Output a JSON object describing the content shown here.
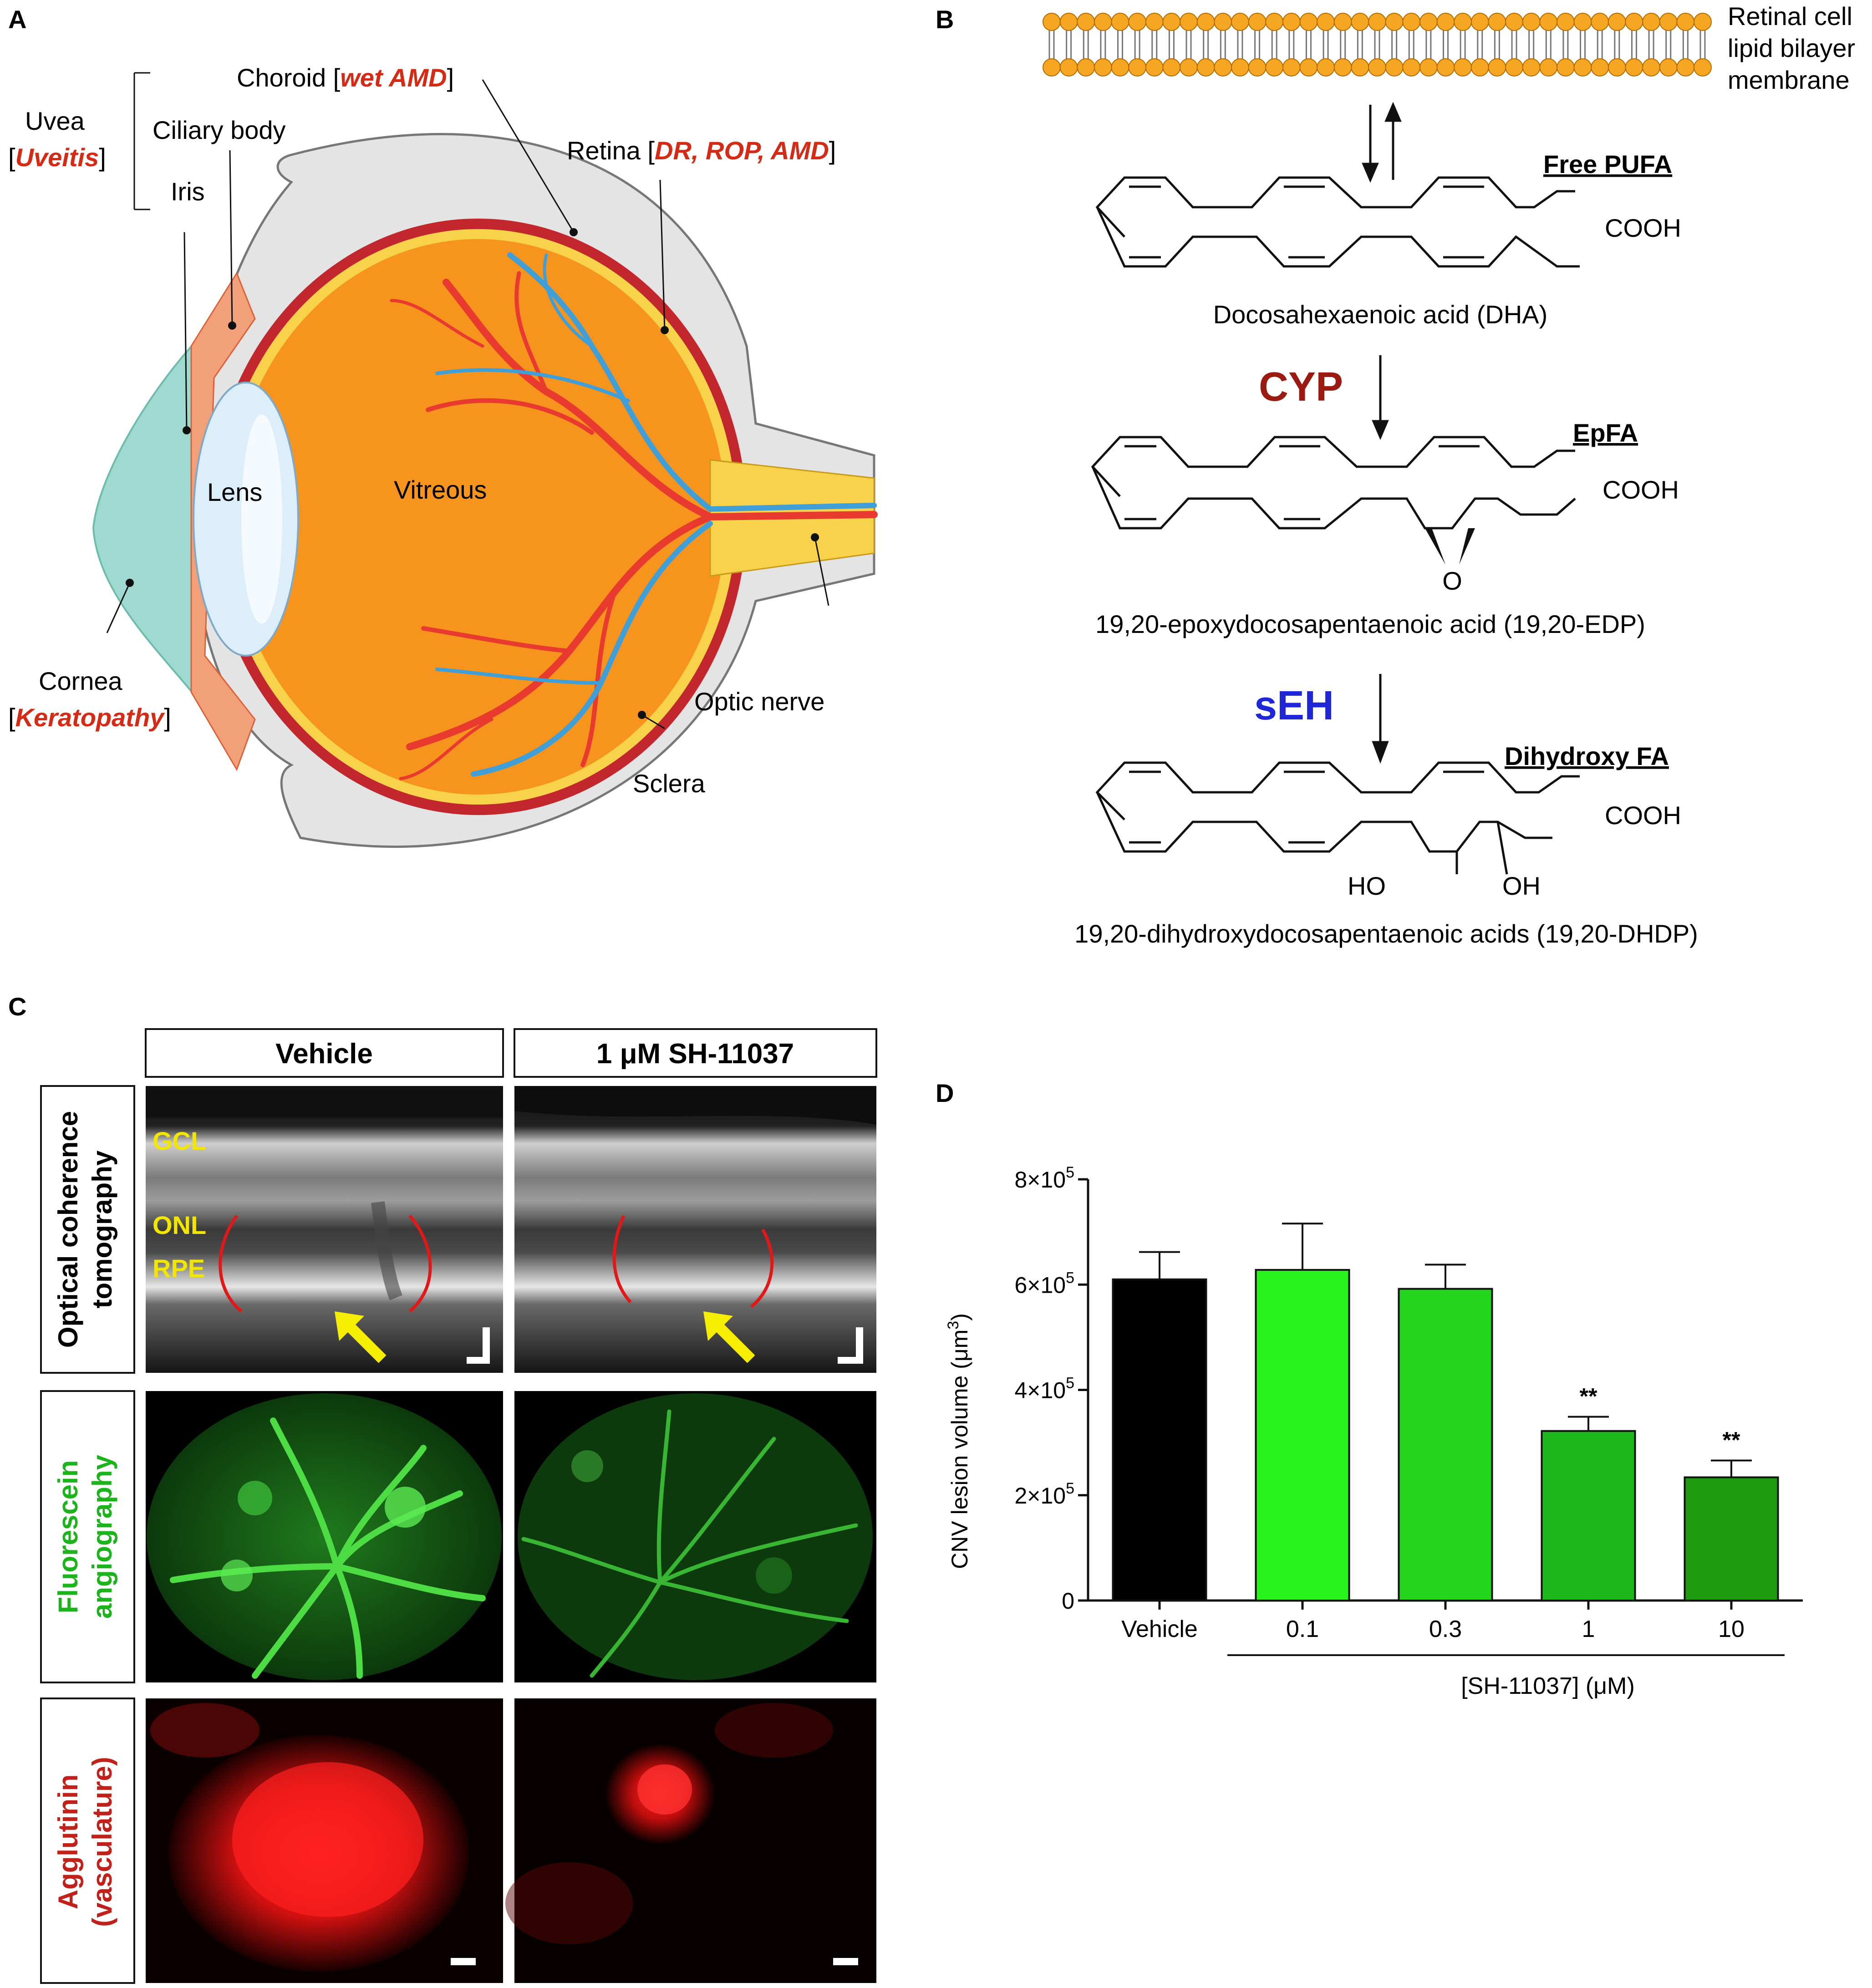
{
  "panels": {
    "a": "A",
    "b": "B",
    "c": "C",
    "d": "D"
  },
  "panel_a": {
    "uvea": "Uvea",
    "uveitis_open": "[",
    "uveitis": "Uveitis",
    "uveitis_close": "]",
    "ciliary_body": "Ciliary body",
    "iris": "Iris",
    "choroid": "Choroid [",
    "wet_amd": "wet AMD",
    "choroid_close": "]",
    "retina": "Retina [",
    "retina_diseases": "DR, ROP, AMD",
    "retina_close": "]",
    "lens": "Lens",
    "vitreous": "Vitreous",
    "cornea": "Cornea",
    "keratopathy_open": "[",
    "keratopathy": "Keratopathy",
    "keratopathy_close": "]",
    "optic_nerve": "Optic nerve",
    "sclera": "Sclera",
    "colors": {
      "disease": "#d42b16",
      "orange": "#f7941d",
      "yellow": "#f7d24a",
      "choroid": "#c1272d",
      "sclera": "#e6e6e6",
      "cornea": "#9fd9cf",
      "lens": "#dceefa",
      "artery": "#e83a2e",
      "vein": "#3f9fd6"
    }
  },
  "panel_b": {
    "membrane_line1": "Retinal cell",
    "membrane_line2": "lipid bilayer",
    "membrane_line3": "membrane",
    "free_pufa": "Free PUFA",
    "cooh1": "COOH",
    "dha": "Docosahexaenoic acid (DHA)",
    "cyp": "CYP",
    "epfa": "EpFA",
    "cooh2": "COOH",
    "epoxide_o": "O",
    "edp": "19,20-epoxydocosapentaenoic acid (19,20-EDP)",
    "seh": "sEH",
    "dihydroxy": "Dihydroxy FA",
    "cooh3": "COOH",
    "ho": "HO",
    "oh": "OH",
    "dhdp": "19,20-dihydroxydocosapentaenoic acids (19,20-DHDP)",
    "colors": {
      "cyp": "#9b1b12",
      "seh": "#1f27d6",
      "lipid_head": "#f5a623"
    }
  },
  "panel_c": {
    "col_vehicle": "Vehicle",
    "col_treatment": "1 μM SH-11037",
    "row_oct_line1": "Optical coherence",
    "row_oct_line2": "tomography",
    "row_fa_line1": "Fluorescein",
    "row_fa_line2": "angiography",
    "row_agg_line1": "Agglutinin",
    "row_agg_line2": "(vasculature)",
    "gcl": "GCL",
    "onl": "ONL",
    "rpe": "RPE",
    "colors": {
      "fa_label": "#1db31d",
      "agg_label": "#c0211b",
      "layer_label": "#f2e600"
    }
  },
  "chart_data": {
    "type": "bar",
    "categories": [
      "Vehicle",
      "0.1",
      "0.3",
      "1",
      "10"
    ],
    "values": [
      610000,
      628000,
      592000,
      322000,
      234000
    ],
    "errors": [
      52000,
      88000,
      46000,
      27000,
      32000
    ],
    "significance": [
      "",
      "",
      "",
      "**",
      "**"
    ],
    "colors": [
      "#000000",
      "#27f21b",
      "#22d41c",
      "#1eb81d",
      "#1f9a10"
    ],
    "ylabel_prefix": "CNV lesion volume (μm",
    "ylabel_sup": "3",
    "ylabel_suffix": ")",
    "xlabel": "[SH-11037] (μM)",
    "ylim": [
      0,
      800000
    ],
    "yticks": [
      {
        "value": 0,
        "label": "0",
        "exp": ""
      },
      {
        "value": 200000,
        "label": "2×10",
        "exp": "5"
      },
      {
        "value": 400000,
        "label": "4×10",
        "exp": "5"
      },
      {
        "value": 600000,
        "label": "6×10",
        "exp": "5"
      },
      {
        "value": 800000,
        "label": "8×10",
        "exp": "5"
      }
    ]
  }
}
